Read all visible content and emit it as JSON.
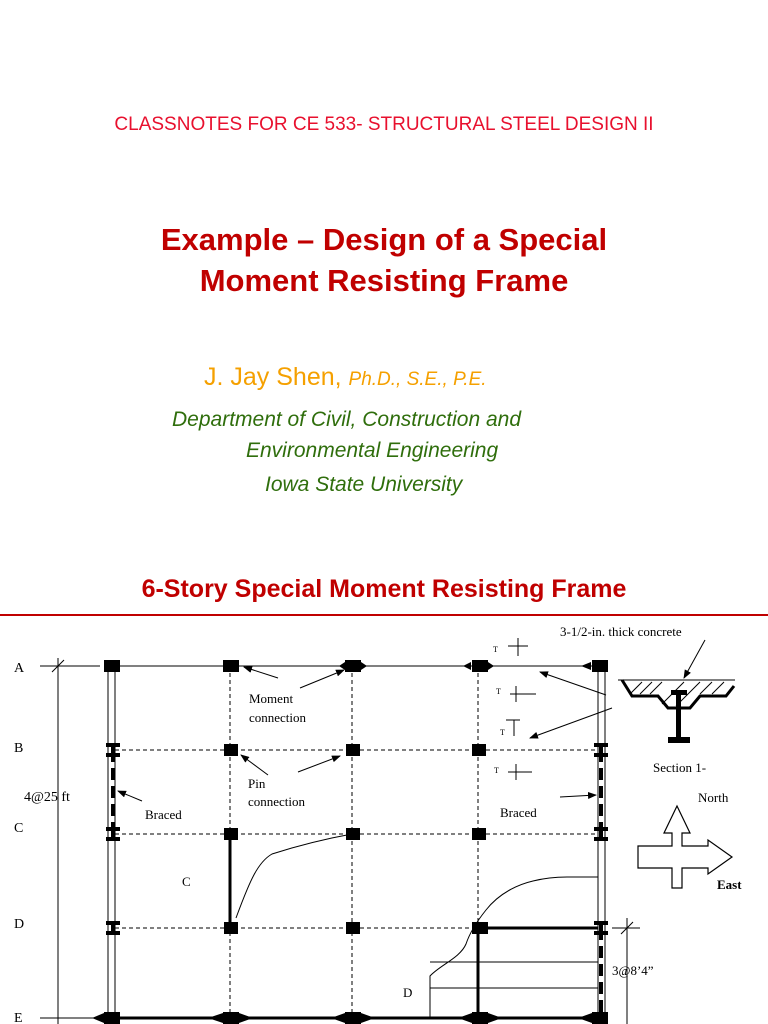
{
  "header": {
    "course": "CLASSNOTES FOR CE 533- STRUCTURAL STEEL DESIGN II",
    "title_line1": "Example – Design of a Special",
    "title_line2": "Moment Resisting Frame"
  },
  "author": {
    "name": "J. Jay Shen,",
    "credentials": "Ph.D., S.E., P.E."
  },
  "affiliation": {
    "dept_line1": "Department of Civil, Construction and",
    "dept_line2": "Environmental Engineering",
    "university": "Iowa State University"
  },
  "section": {
    "heading": "6-Story Special Moment Resisting Frame"
  },
  "colors": {
    "course": "#e8102e",
    "title": "#c00000",
    "author": "#f5a000",
    "affiliation": "#2f6e0c"
  },
  "plan": {
    "grid_labels": [
      "A",
      "B",
      "C",
      "D",
      "E"
    ],
    "dimension_left": "4@25 ft",
    "dimension_right": "3@8’4”",
    "moment_label_1": "Moment",
    "moment_label_2": "connection",
    "pin_label_1": "Pin",
    "pin_label_2": "connection",
    "braced_left": "Braced",
    "braced_right": "Braced",
    "region_c": "C",
    "region_d": "D",
    "section_note": "3-1/2-in. thick concrete",
    "section_label": "Section 1-",
    "north": "North",
    "east": "East",
    "symbol_t": "T"
  }
}
